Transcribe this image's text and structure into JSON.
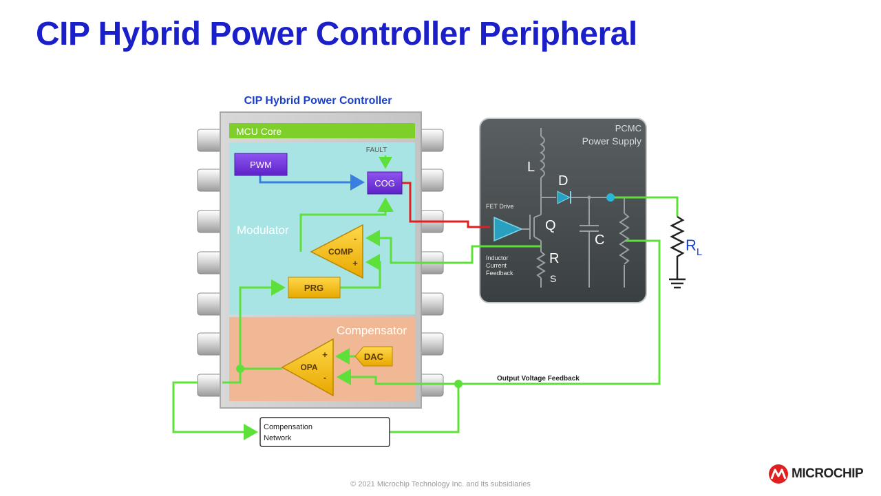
{
  "slide": {
    "title": "CIP Hybrid Power Controller Peripheral",
    "footer": "© 2021 Microchip Technology Inc. and its subsidiaries",
    "logo_text": "MICROCHIP"
  },
  "diagram": {
    "controller_title": "CIP Hybrid Power Controller",
    "mcu_core": "MCU Core",
    "modulator": "Modulator",
    "compensator": "Compensator",
    "pwm": "PWM",
    "cog": "COG",
    "fault": "FAULT",
    "comp": "COMP",
    "prg": "PRG",
    "opa": "OPA",
    "dac": "DAC",
    "plus": "+",
    "minus": "-",
    "psu_title_1": "PCMC",
    "psu_title_2": "Power Supply",
    "fet_drive": "FET Drive",
    "inductor_label_1": "Inductor",
    "inductor_label_2": "Current",
    "inductor_label_3": "Feedback",
    "L": "L",
    "D": "D",
    "Q": "Q",
    "C": "C",
    "R": "R",
    "S": "S",
    "RL_main": "R",
    "RL_sub": "L",
    "output_voltage_feedback": "Output Voltage Feedback",
    "comp_network_1": "Compensation",
    "comp_network_2": "Network"
  },
  "colors": {
    "title": "#1a1fc8",
    "signal_green": "#5ee03a",
    "signal_blue": "#3a7fe0",
    "signal_red": "#e02020",
    "block_yellow": "#f2c200",
    "block_purple": "#7a3be0",
    "modulator_bg": "#a9e4e4",
    "compensator_bg": "#f0b894",
    "mcu_bar": "#7fcf2a",
    "psu_bg": "#4a5052"
  }
}
